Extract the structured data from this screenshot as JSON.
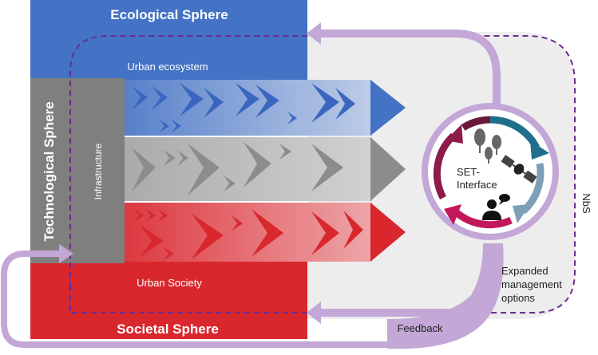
{
  "spheres": {
    "ecological": "Ecological Sphere",
    "technological": "Technological Sphere",
    "societal": "Societal Sphere"
  },
  "labels": {
    "urban_ecosystem": "Urban ecosystem",
    "infrastructure": "Infrastructure",
    "urban_society": "Urban Society",
    "interface_line1": "SET-",
    "interface_line2": "Interface",
    "nbs": "NbS",
    "expanded_line1": "Expanded",
    "expanded_line2": "management",
    "expanded_line3": "options",
    "feedback": "Feedback"
  },
  "colors": {
    "ecological_blue": "#4472c4",
    "societal_red": "#d9272e",
    "tech_gray": "#7f7f7f",
    "feedback_purple": "#c3a7d6",
    "nbs_dash": "#6a2c91",
    "interface_bg": "#ededed"
  },
  "icons": [
    "trees-icon",
    "satellite-icon",
    "person-icon"
  ]
}
